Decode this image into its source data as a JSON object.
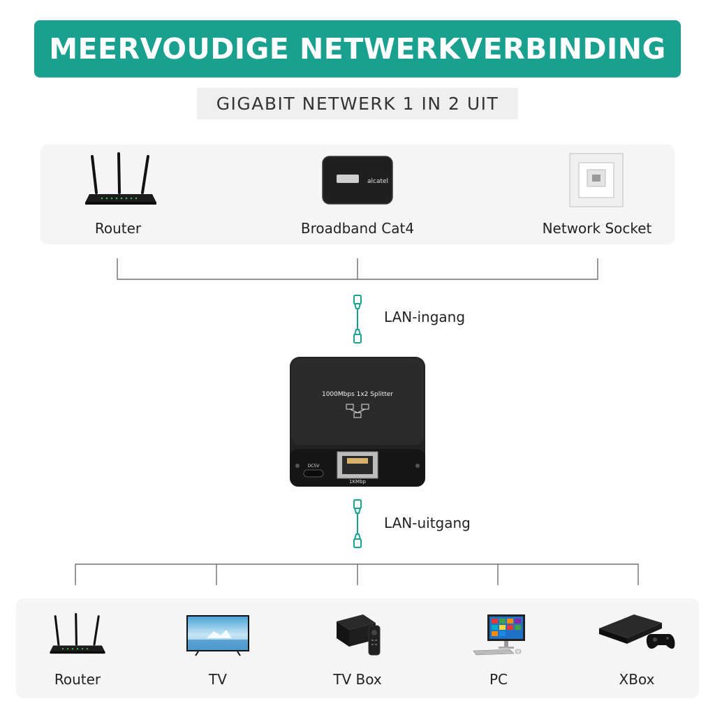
{
  "header": {
    "title": "MEERVOUDIGE NETWERKVERBINDING",
    "subtitle": "GIGABIT NETWERK 1 IN 2 UIT"
  },
  "inputs": [
    {
      "label": "Router",
      "icon": "router-icon"
    },
    {
      "label": "Broadband Cat4",
      "icon": "mobile-hotspot-icon"
    },
    {
      "label": "Network Socket",
      "icon": "wall-socket-icon"
    }
  ],
  "input_brand": "alcatel",
  "lan_in_label": "LAN-ingang",
  "lan_out_label": "LAN-uitgang",
  "device": {
    "model_text": "1000Mbps 1x2 Splitter",
    "power_label": "DC5V",
    "port_label": "1KMbp"
  },
  "outputs": [
    {
      "label": "Router",
      "icon": "router-icon"
    },
    {
      "label": "TV",
      "icon": "tv-icon"
    },
    {
      "label": "TV Box",
      "icon": "tv-box-icon"
    },
    {
      "label": "PC",
      "icon": "pc-icon"
    },
    {
      "label": "XBox",
      "icon": "xbox-icon"
    }
  ],
  "colors": {
    "accent": "#1aa08e",
    "panel": "#f5f5f5",
    "line": "#555555",
    "device": "#1e1e1e"
  }
}
